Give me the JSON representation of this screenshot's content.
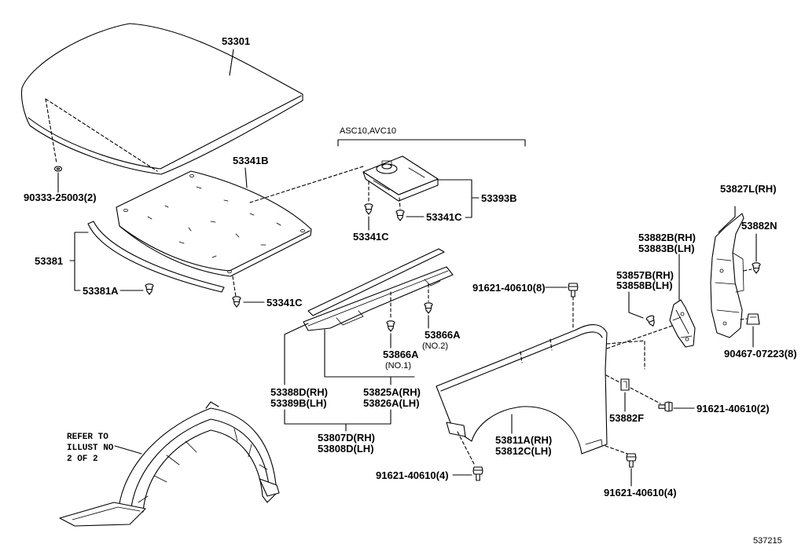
{
  "diagram": {
    "drawing_number": "537215",
    "model_note": "ASC10,AVC10",
    "refer_note": [
      "REFER TO",
      "ILLUST NO",
      "2 OF 2"
    ]
  },
  "callouts": {
    "hood": [
      "53301"
    ],
    "hood_clip": [
      "90333-25003(2)"
    ],
    "hood_insulator": [
      "53341B"
    ],
    "insulator_cover": [
      "53393B"
    ],
    "cover_clip_right": [
      "53341C"
    ],
    "cover_clip_left": [
      "53341C"
    ],
    "insulator_clip": [
      "53341C"
    ],
    "hood_seal": [
      "53381"
    ],
    "hood_seal_clip": [
      "53381A"
    ],
    "fender_bolt_top": [
      "91621-40610(8)"
    ],
    "seal_clip_no2": [
      "53866A",
      "(NO.2)"
    ],
    "seal_clip_no1": [
      "53866A",
      "(NO.1)"
    ],
    "cowl_seal": [
      "53388D(RH)",
      "53389B(LH)"
    ],
    "fender_seal": [
      "53825A(RH)",
      "53826A(LH)"
    ],
    "seal_set": [
      "53807D(RH)",
      "53808D(LH)"
    ],
    "fender_panel": [
      "53811A(RH)",
      "53812C(LH)"
    ],
    "fender_bolt_front": [
      "91621-40610(4)"
    ],
    "fender_bolt_rear": [
      "91621-40610(4)"
    ],
    "fender_bolt_side": [
      "91621-40610(2)"
    ],
    "bracket_lower": [
      "53882F"
    ],
    "bracket_rear": [
      "53882B(RH)",
      "53883B(LH)"
    ],
    "protector": [
      "53857B(RH)",
      "53858B(LH)"
    ],
    "bracket_upper": [
      "53827L(RH)"
    ],
    "bracket_clip": [
      "53882N"
    ],
    "bracket_nut": [
      "90467-07223(8)"
    ]
  },
  "colors": {
    "line": "#000000",
    "background": "#ffffff",
    "highlight": "#8e97c9"
  }
}
